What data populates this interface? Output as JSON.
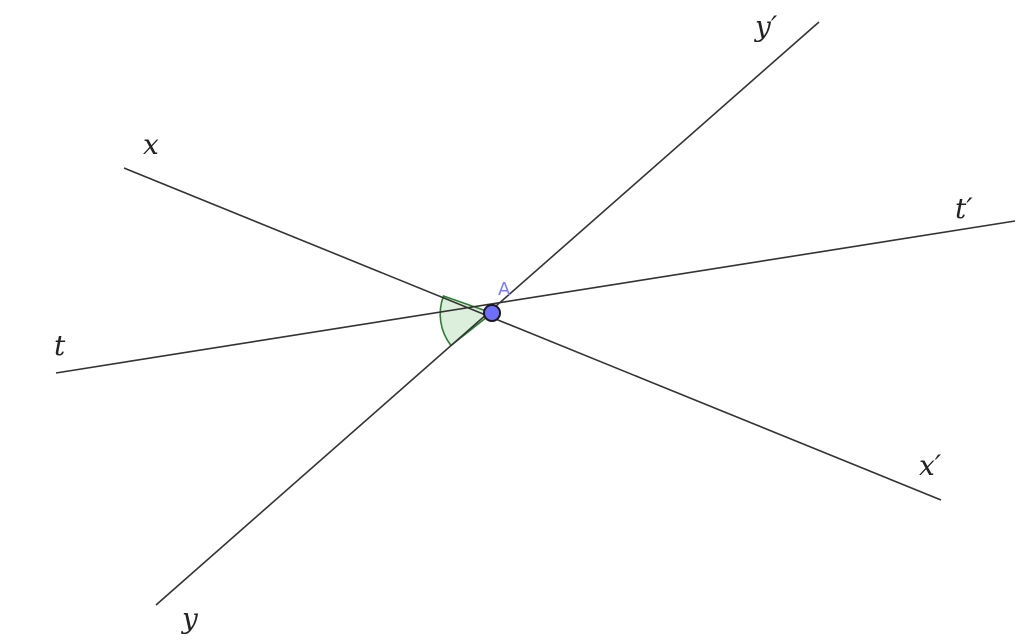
{
  "diagram": {
    "colors": {
      "line": "#333333",
      "label": "#222222",
      "point_fill": "#6f6fff",
      "point_stroke": "#1a1a1a",
      "point_label": "#7b7bff",
      "angle_fill": "#dcefdc",
      "angle_stroke": "#2e7d32"
    },
    "point": {
      "name": "A"
    },
    "lines": [
      {
        "id": "xx",
        "end1": "x",
        "end2": "x′"
      },
      {
        "id": "yy",
        "end1": "y",
        "end2": "y′"
      },
      {
        "id": "tt",
        "end1": "t",
        "end2": "t′"
      }
    ],
    "angle_marker": {
      "between": [
        "x",
        "y"
      ]
    }
  }
}
